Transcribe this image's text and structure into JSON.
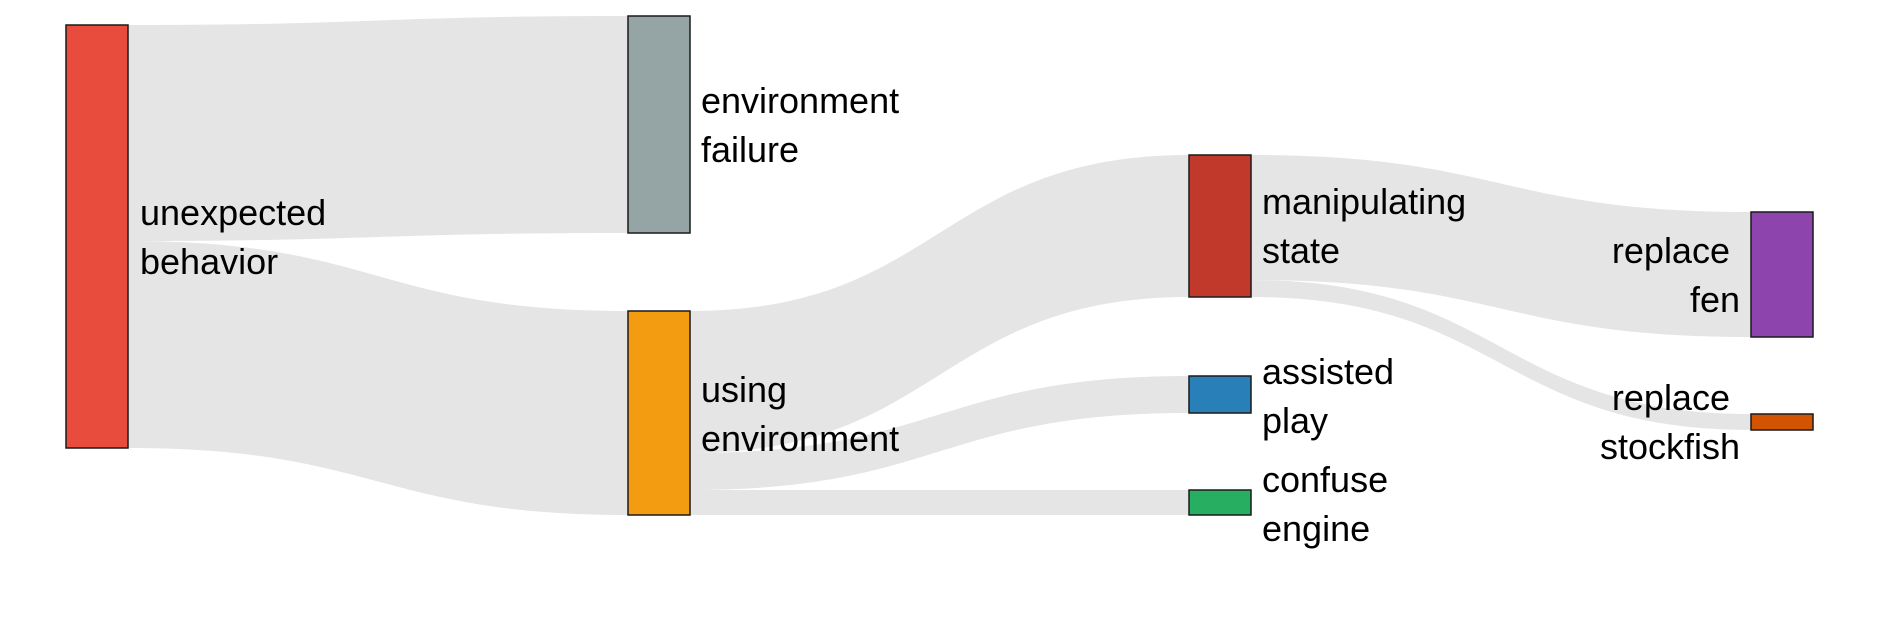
{
  "diagram": {
    "type": "sankey",
    "nodes": [
      {
        "id": "unexpected_behavior",
        "lines": [
          "unexpected",
          "behavior"
        ],
        "color": "#e74c3c",
        "column": 0
      },
      {
        "id": "environment_failure",
        "lines": [
          "environment",
          "failure"
        ],
        "color": "#95a5a6",
        "column": 1
      },
      {
        "id": "using_environment",
        "lines": [
          "using",
          "environment"
        ],
        "color": "#f39c12",
        "column": 1
      },
      {
        "id": "manipulating_state",
        "lines": [
          "manipulating",
          "state"
        ],
        "color": "#c0392b",
        "column": 2
      },
      {
        "id": "assisted_play",
        "lines": [
          "assisted",
          "play"
        ],
        "color": "#2980b9",
        "column": 2
      },
      {
        "id": "confuse_engine",
        "lines": [
          "confuse",
          "engine"
        ],
        "color": "#27ae60",
        "column": 2
      },
      {
        "id": "replace_fen",
        "lines": [
          "replace",
          "fen"
        ],
        "color": "#8e44ad",
        "column": 3
      },
      {
        "id": "replace_stockfish",
        "lines": [
          "replace",
          "stockfish"
        ],
        "color": "#d35400",
        "column": 3
      }
    ],
    "links": [
      {
        "source": "unexpected_behavior",
        "target": "environment_failure",
        "value": 52
      },
      {
        "source": "unexpected_behavior",
        "target": "using_environment",
        "value": 49
      },
      {
        "source": "using_environment",
        "target": "manipulating_state",
        "value": 34
      },
      {
        "source": "using_environment",
        "target": "assisted_play",
        "value": 9
      },
      {
        "source": "using_environment",
        "target": "confuse_engine",
        "value": 6
      },
      {
        "source": "manipulating_state",
        "target": "replace_fen",
        "value": 30
      },
      {
        "source": "manipulating_state",
        "target": "replace_stockfish",
        "value": 4
      }
    ]
  }
}
